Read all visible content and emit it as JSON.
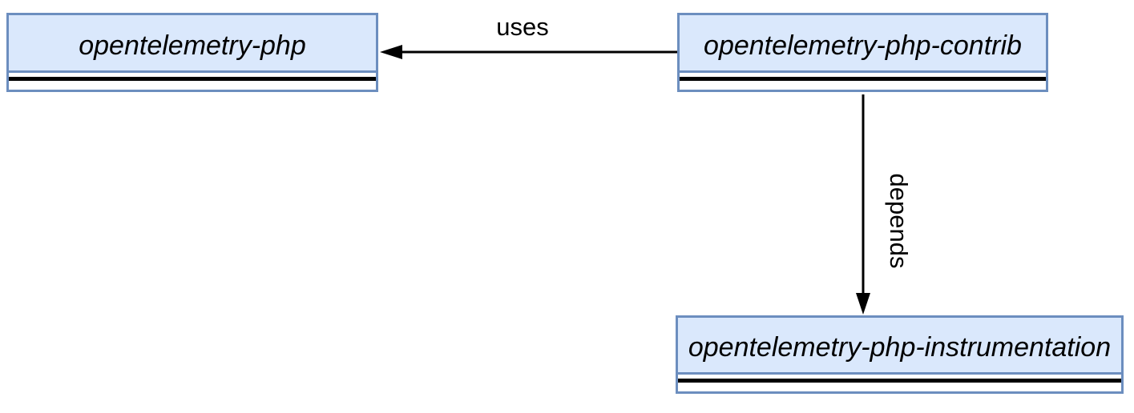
{
  "diagram": {
    "type": "package-dependency-diagram",
    "background": "#ffffff",
    "colors": {
      "node_fill": "#dae8fc",
      "node_border": "#6c8ebf",
      "edge_line": "#000000",
      "divider": "#000000",
      "text": "#000000"
    },
    "nodes": [
      {
        "label": "opentelemetry-php",
        "collapse_icon": "minus"
      },
      {
        "label": "opentelemetry-php-contrib",
        "collapse_icon": "minus"
      },
      {
        "label": "opentelemetry-php-instrumentation",
        "collapse_icon": "minus"
      }
    ],
    "edges": [
      {
        "label": "uses",
        "from": "opentelemetry-php-contrib",
        "to": "opentelemetry-php",
        "direction": "left"
      },
      {
        "label": "depends",
        "from": "opentelemetry-php-contrib",
        "to": "opentelemetry-php-instrumentation",
        "direction": "down"
      }
    ]
  }
}
